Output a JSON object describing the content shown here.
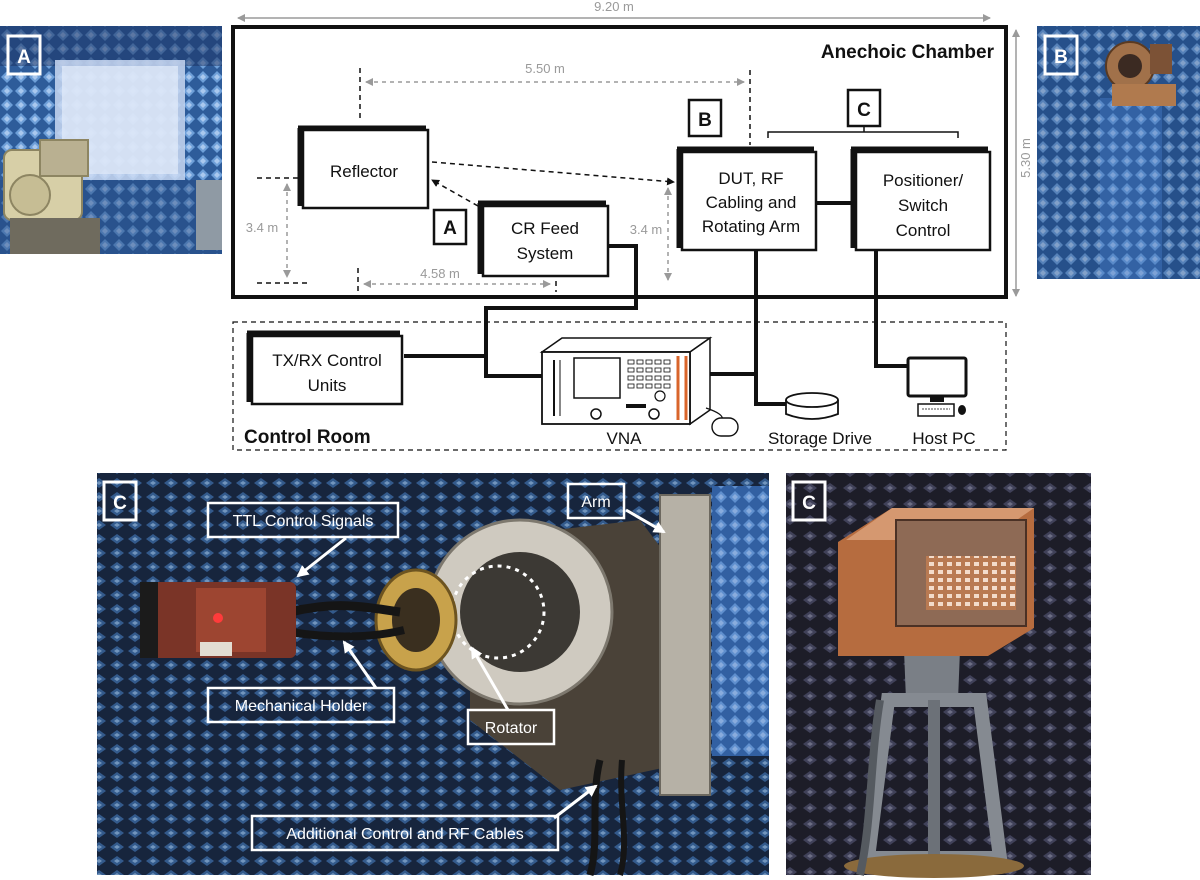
{
  "dimensions": {
    "width_total": "9.20 m",
    "height_total": "5.30 m",
    "reflector_to_dut": "5.50 m",
    "feed_offset": "4.58 m",
    "reflector_height": "3.4 m",
    "dut_height": "3.4 m"
  },
  "chamber": {
    "title": "Anechoic Chamber",
    "reflector": "Reflector",
    "feed": [
      "CR Feed",
      "System"
    ],
    "dut": [
      "DUT, RF",
      "Cabling and",
      "Rotating Arm"
    ],
    "positioner": [
      "Positioner/",
      "Switch",
      "Control"
    ],
    "tag_a": "A",
    "tag_b": "B",
    "tag_c": "C"
  },
  "control_room": {
    "title": "Control Room",
    "txrx": [
      "TX/RX Control",
      "Units"
    ],
    "vna": "VNA",
    "storage": "Storage Drive",
    "host_pc": "Host PC"
  },
  "photos": {
    "photo_a_tag": "A",
    "photo_b_tag": "B",
    "photo_c1_tag": "C",
    "photo_c2_tag": "C",
    "callouts": {
      "ttl": "TTL Control Signals",
      "arm": "Arm",
      "holder": "Mechanical Holder",
      "rotator": "Rotator",
      "cables": "Additional Control and RF Cables"
    }
  },
  "colors": {
    "absorber_blue": "#3a6fb0",
    "absorber_dark": "#1c2b4a",
    "copper": "#b8733e",
    "vna_accent": "#d9652b"
  }
}
